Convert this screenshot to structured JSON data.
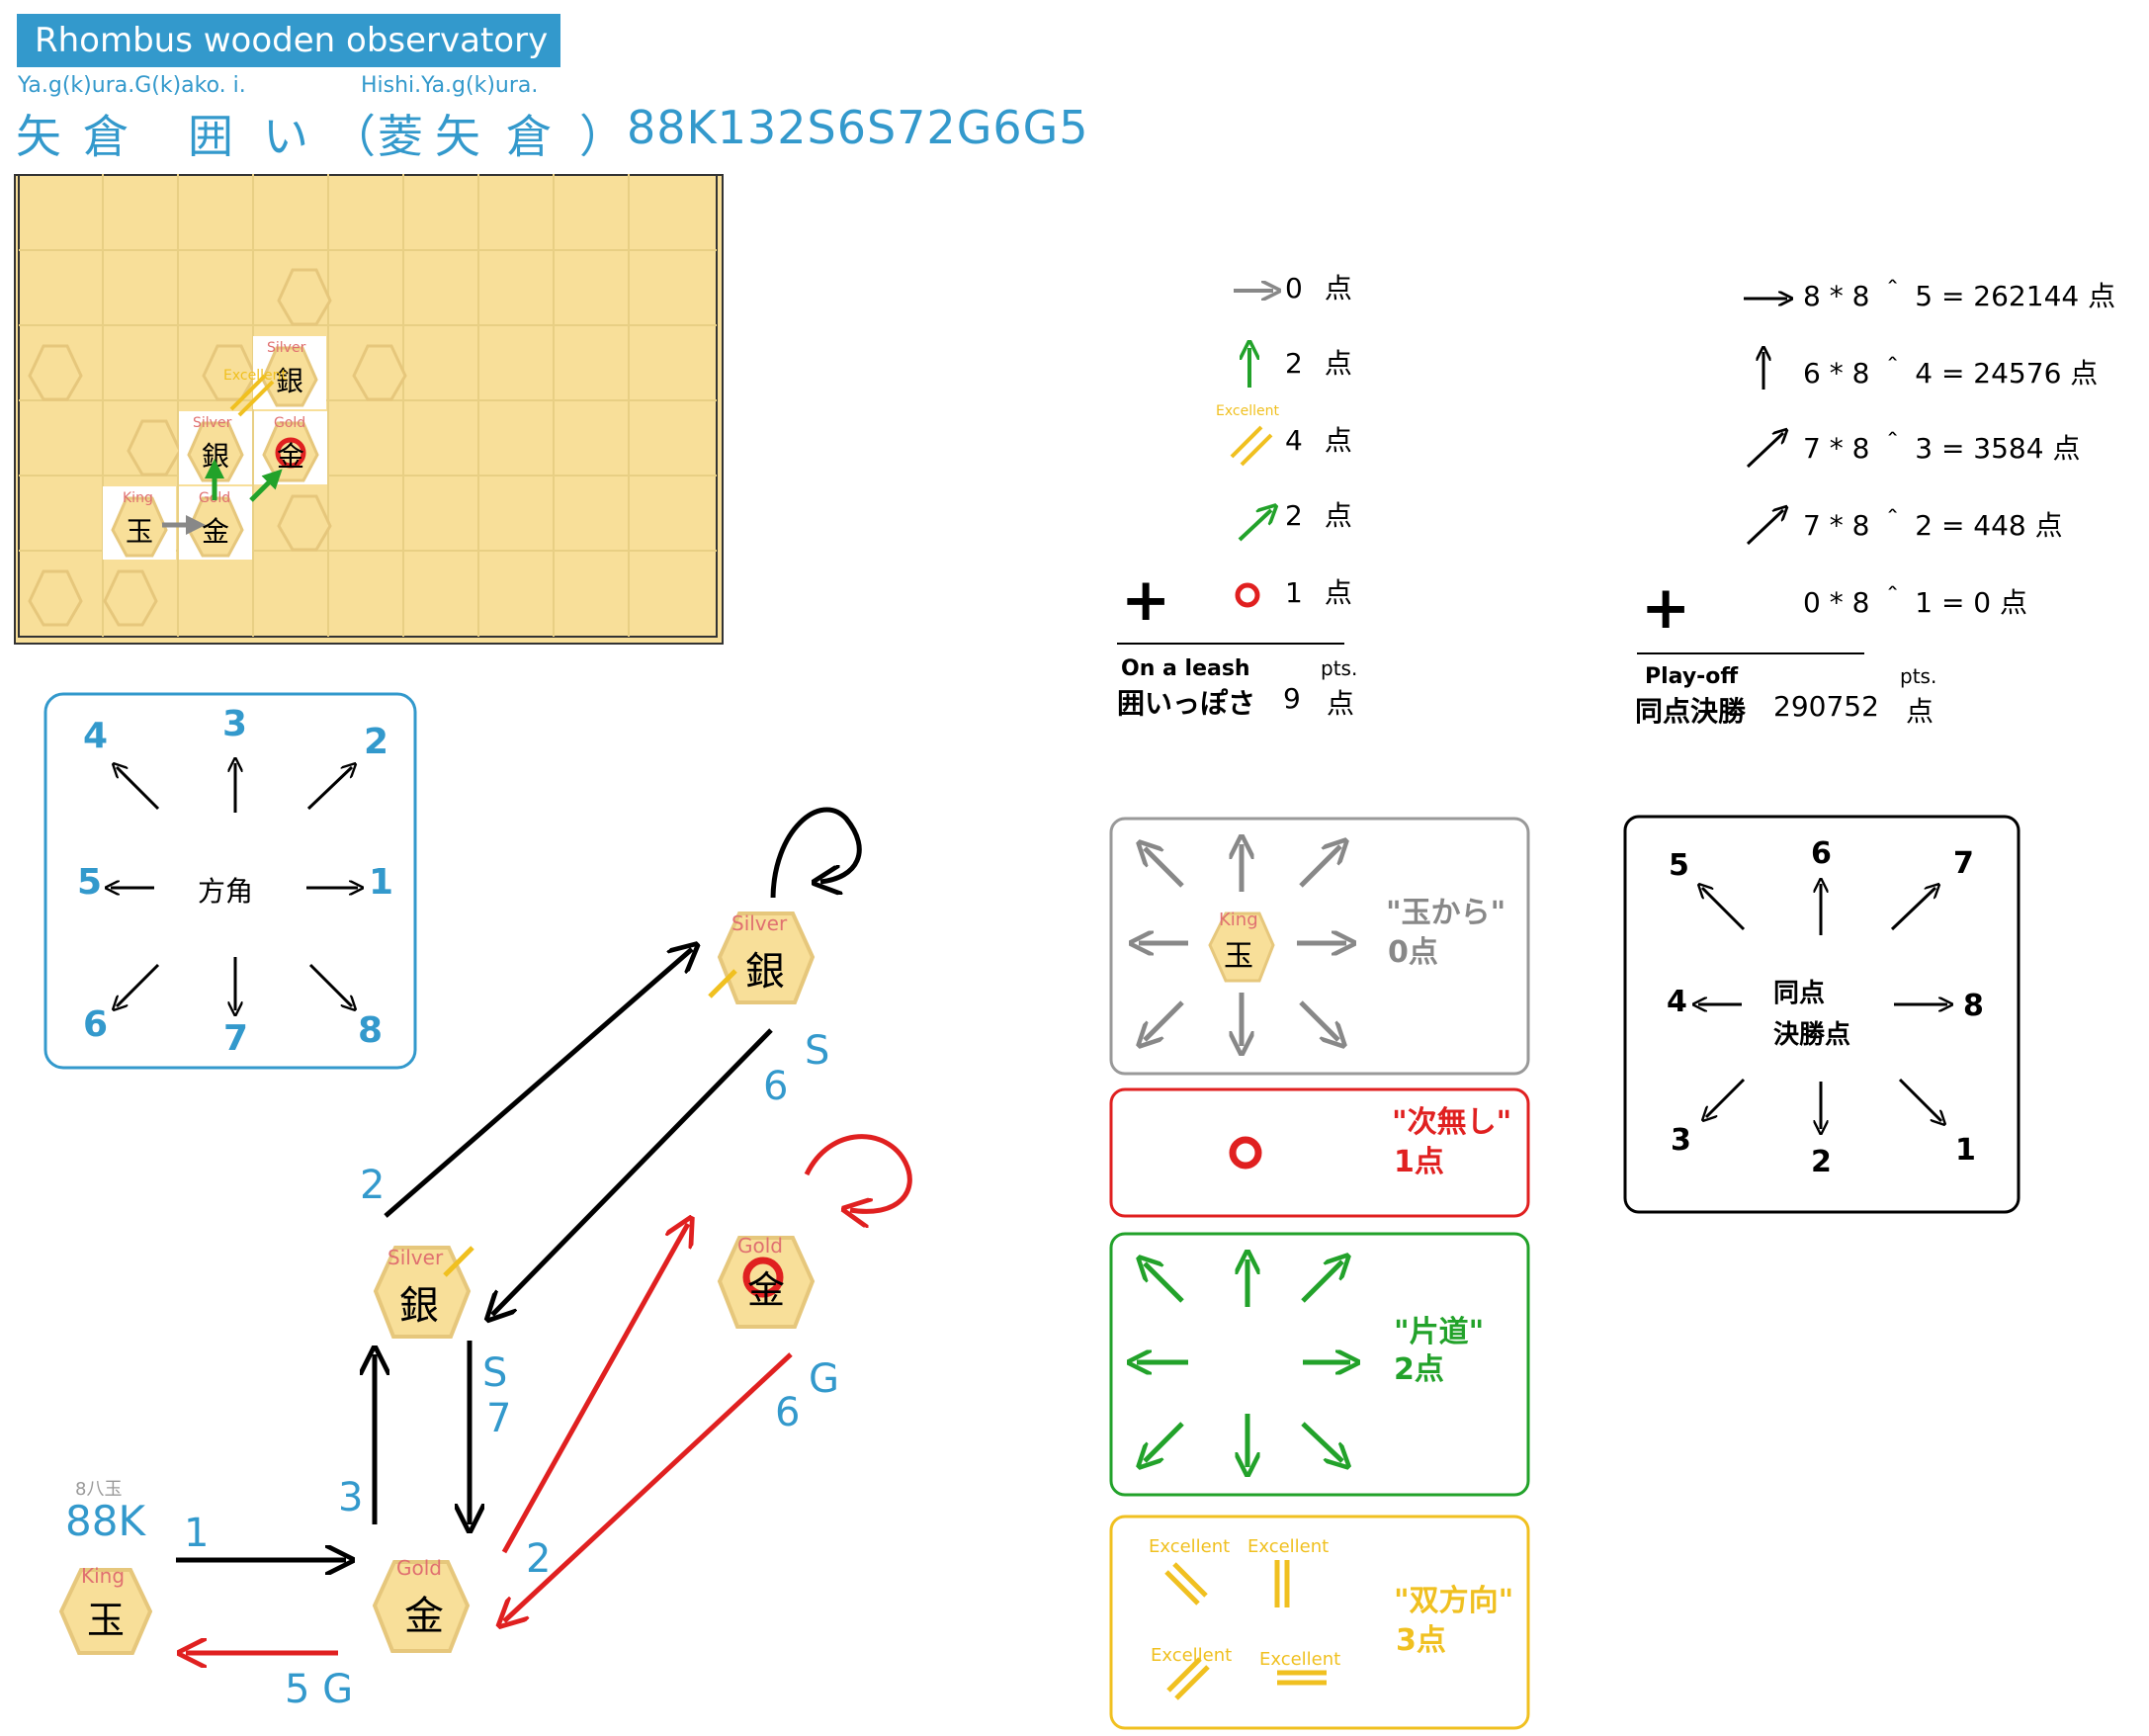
{
  "title_badge": "Rhombus wooden observatory",
  "ruby_left": "Ya.g(k)ura.G(k)ako.  i.",
  "ruby_right": "Hishi.Ya.g(k)ura.",
  "heading_chars": [
    "矢",
    "倉",
    "囲",
    "い",
    "（",
    "菱",
    "矢",
    "倉",
    "）"
  ],
  "heading_code": "88K132S6S72G6G5",
  "board": {
    "silver_label": "Silver",
    "gold_label": "Gold",
    "king_label": "King",
    "excellent_label": "Excellent",
    "silver_kanji": "銀",
    "gold_kanji": "金",
    "king_kanji": "玉"
  },
  "dir_legend": {
    "center": "方角",
    "numbers": [
      "1",
      "2",
      "3",
      "4",
      "5",
      "6",
      "7",
      "8"
    ]
  },
  "flow": {
    "king_note": "8八玉",
    "king_code": "88K",
    "silver_label": "Silver",
    "gold_label": "Gold",
    "king_label": "King",
    "silver_kanji": "銀",
    "gold_kanji": "金",
    "king_kanji": "玉",
    "edge_1": "1",
    "edge_3": "3",
    "edge_2a": "2",
    "edge_2b": "2",
    "edge_s1": "S",
    "edge_6a": "6",
    "edge_s2": "S",
    "edge_7": "7",
    "edge_g1": "G",
    "edge_6b": "6",
    "edge_5g": "5 G"
  },
  "points_mid": {
    "rows": [
      {
        "value": "0",
        "unit": "点"
      },
      {
        "value": "2",
        "unit": "点"
      },
      {
        "value": "4",
        "unit": "点"
      },
      {
        "value": "2",
        "unit": "点"
      },
      {
        "value": "1",
        "unit": "点"
      }
    ],
    "excellent": "Excellent",
    "plus": "+",
    "label_en": "On  a  leash",
    "label_jp": "囲いっぽさ",
    "total": "9",
    "pts": "pts.",
    "unit": "点"
  },
  "points_right": {
    "rows": [
      "8 * 8  ＾ 5 = 262144 点",
      "6 * 8  ＾ 4 = 24576 点",
      "7 * 8  ＾ 3 = 3584 点",
      "7 * 8  ＾ 2 = 448 点",
      "0 * 8  ＾ 1 = 0 点"
    ],
    "plus": "+",
    "label_en": "Play-off",
    "label_jp": "同点決勝",
    "total": "290752",
    "pts": "pts.",
    "unit": "点"
  },
  "panel_gray": {
    "label": "\"玉から\"",
    "points": "0点",
    "king_label": "King",
    "king_kanji": "玉"
  },
  "panel_red": {
    "label": "\"次無し\"",
    "points": "1点"
  },
  "panel_green": {
    "label": "\"片道\"",
    "points": "2点"
  },
  "panel_yellow": {
    "label": "\"双方向\"",
    "points": "3点",
    "excellent": "Excellent"
  },
  "panel_black": {
    "center_line1": "同点",
    "center_line2": "決勝点",
    "numbers": [
      "1",
      "2",
      "3",
      "4",
      "5",
      "6",
      "7",
      "8"
    ]
  },
  "colors": {
    "accent_blue": "#3399cc",
    "board": "#f8df99",
    "green": "#22a22a",
    "red": "#e02020",
    "yellow": "#f0c020",
    "gray": "#888888"
  }
}
